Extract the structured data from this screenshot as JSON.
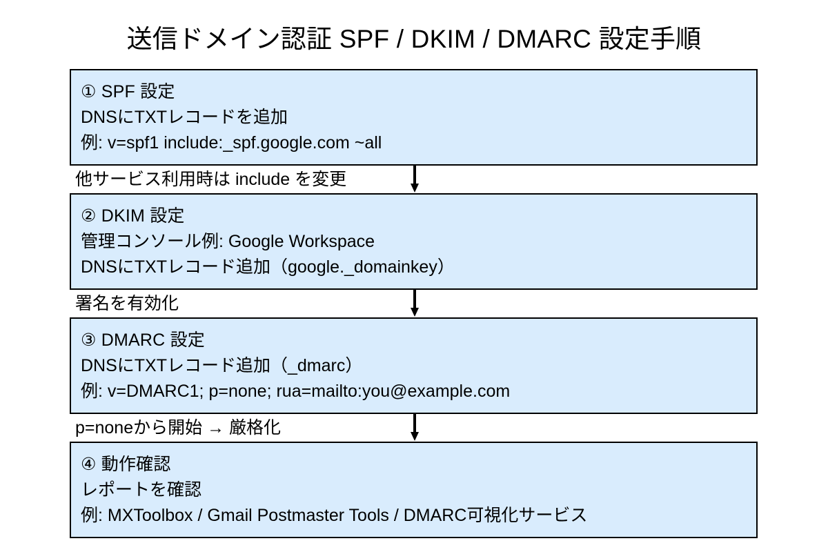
{
  "title": "送信ドメイン認証 SPF / DKIM / DMARC 設定手順",
  "colors": {
    "box_fill": "#d9ecfd",
    "box_border": "#000000",
    "text": "#000000",
    "background": "#ffffff"
  },
  "steps": [
    {
      "heading": "① SPF 設定",
      "line2": "DNSにTXTレコードを追加",
      "line3": "例: v=spf1 include:_spf.google.com ~all"
    },
    {
      "heading": "② DKIM 設定",
      "line2": "管理コンソール例: Google Workspace",
      "line3": "DNSにTXTレコード追加（google._domainkey）"
    },
    {
      "heading": "③ DMARC 設定",
      "line2": "DNSにTXTレコード追加（_dmarc）",
      "line3": "例: v=DMARC1; p=none; rua=mailto:you@example.com"
    },
    {
      "heading": "④ 動作確認",
      "line2": "レポートを確認",
      "line3": "例: MXToolbox / Gmail Postmaster Tools / DMARC可視化サービス"
    }
  ],
  "connectors": [
    {
      "label": "他サービス利用時は include を変更"
    },
    {
      "label": "署名を有効化"
    },
    {
      "label": "p=noneから開始 → 厳格化"
    }
  ]
}
